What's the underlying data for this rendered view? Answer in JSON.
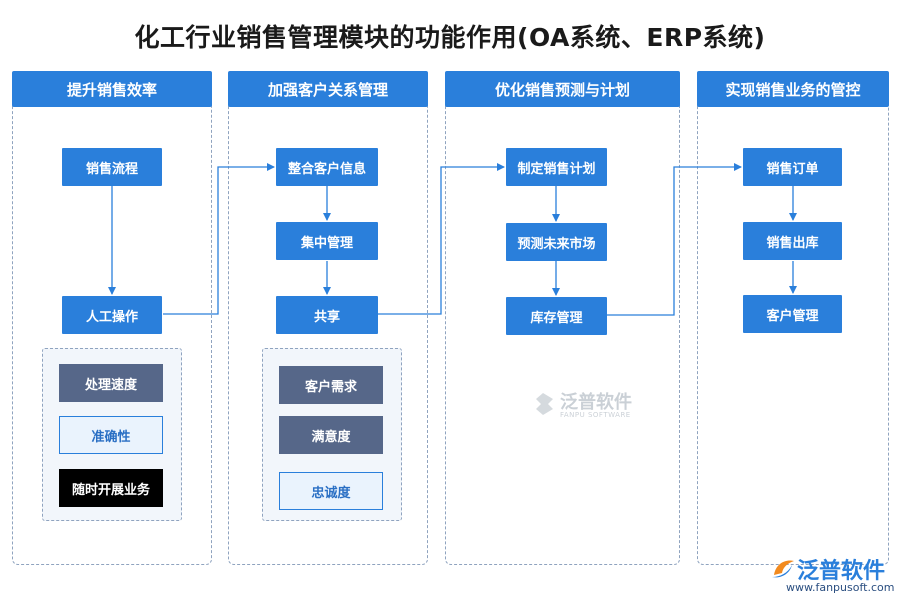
{
  "title": "化工行业销售管理模块的功能作用(OA系统、ERP系统)",
  "columns": [
    {
      "header": "提升销售效率",
      "nodes": [
        "销售流程",
        "人工操作"
      ],
      "tags": [
        "处理速度",
        "准确性",
        "随时开展业务"
      ]
    },
    {
      "header": "加强客户关系管理",
      "nodes": [
        "整合客户信息",
        "集中管理",
        "共享"
      ],
      "tags": [
        "客户需求",
        "满意度",
        "忠诚度"
      ]
    },
    {
      "header": "优化销售预测与计划",
      "nodes": [
        "制定销售计划",
        "预测未来市场",
        "库存管理"
      ]
    },
    {
      "header": "实现销售业务的管控",
      "nodes": [
        "销售订单",
        "销售出库",
        "客户管理"
      ]
    }
  ],
  "watermark": {
    "name": "泛普软件",
    "sub": "FANPU SOFTWARE"
  },
  "brand": {
    "name": "泛普软件",
    "url": "www.fanpusoft.com",
    "icon": "fanpu-logo-icon"
  },
  "colors": {
    "primary": "#2a7fdb",
    "slate": "#566789",
    "light": "#eaf3fd",
    "black": "#000000"
  }
}
